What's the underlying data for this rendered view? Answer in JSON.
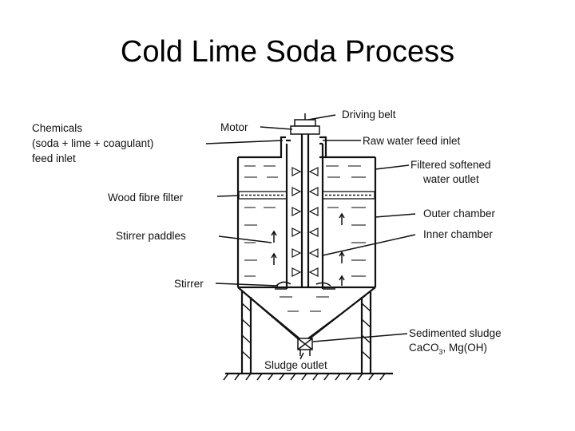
{
  "title": "Cold Lime Soda Process",
  "labels": {
    "driving_belt": "Driving belt",
    "chemicals_l1": "Chemicals",
    "chemicals_l2": "(soda + lime + coagulant)",
    "chemicals_l3": "feed inlet",
    "motor": "Motor",
    "raw_water": "Raw water feed inlet",
    "filtered_l1": "Filtered softened",
    "filtered_l2": "water outlet",
    "wood_fibre": "Wood fibre filter",
    "outer_chamber": "Outer chamber",
    "stirrer_paddles": "Stirrer paddles",
    "inner_chamber": "Inner chamber",
    "stirrer": "Stirrer",
    "sludge_l1": "Sedimented sludge",
    "sludge_l2_a": "CaCO",
    "sludge_l2_sub": "3",
    "sludge_l2_b": ", Mg(OH)",
    "sludge_outlet": "Sludge outlet"
  }
}
